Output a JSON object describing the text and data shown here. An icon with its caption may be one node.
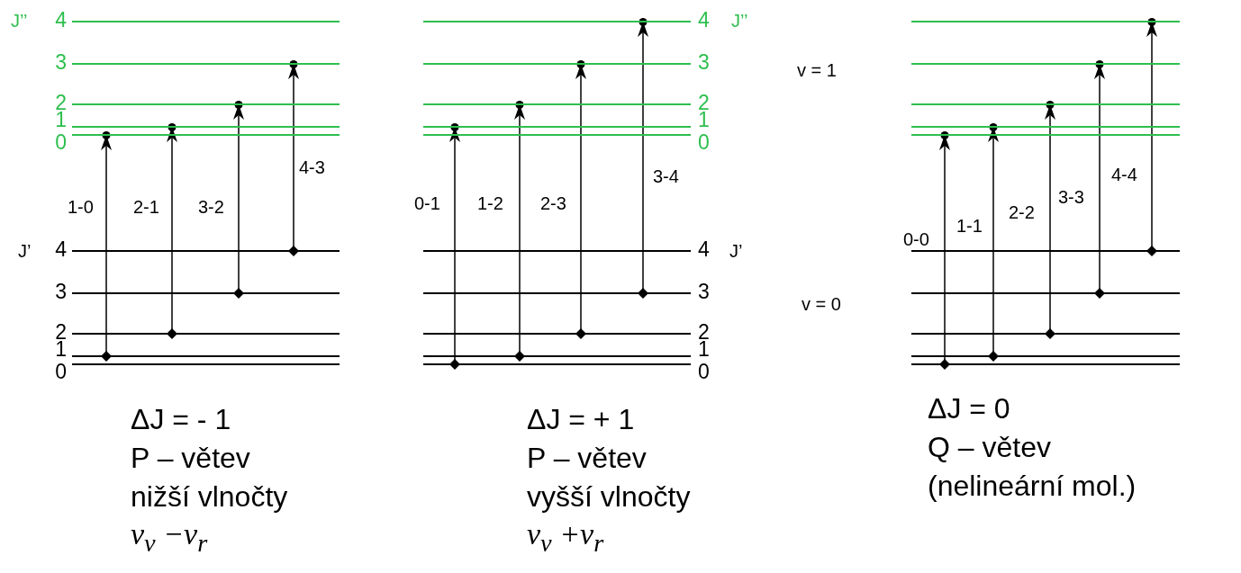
{
  "diagram": {
    "nodes": [
      {
        "text": [],
        "shape": "bar",
        "beside": [
          "4"
        ]
      },
      {
        "text": [],
        "shape": "bar",
        "beside": [
          "3"
        ]
      },
      {
        "text": [],
        "shape": "bar",
        "beside": [
          "2"
        ]
      },
      {
        "text": [],
        "shape": "bar",
        "beside": [
          "1"
        ]
      },
      {
        "text": [],
        "shape": "bar",
        "beside": [
          "0"
        ]
      },
      {
        "text": [],
        "shape": "bar",
        "beside": [
          "4"
        ]
      },
      {
        "text": [],
        "shape": "bar",
        "beside": [
          "3"
        ]
      },
      {
        "text": [],
        "shape": "bar",
        "beside": [
          "2"
        ]
      },
      {
        "text": [],
        "shape": "bar",
        "beside": [
          "1"
        ]
      },
      {
        "text": [],
        "shape": "bar",
        "beside": [
          "0"
        ]
      },
      {
        "text": [],
        "shape": "bar",
        "beside": [
          "4"
        ]
      },
      {
        "text": [],
        "shape": "bar",
        "beside": [
          "3"
        ]
      },
      {
        "text": [],
        "shape": "bar",
        "beside": [
          "2"
        ]
      },
      {
        "text": [],
        "shape": "bar",
        "beside": [
          "1"
        ]
      },
      {
        "text": [],
        "shape": "bar",
        "beside": [
          "0"
        ]
      },
      {
        "text": [],
        "shape": "bar",
        "beside": [
          "4"
        ]
      },
      {
        "text": [],
        "shape": "bar",
        "beside": [
          "3"
        ]
      },
      {
        "text": [],
        "shape": "bar",
        "beside": [
          "2"
        ]
      },
      {
        "text": [],
        "shape": "bar",
        "beside": [
          "1"
        ]
      },
      {
        "text": [],
        "shape": "bar",
        "beside": [
          "0"
        ]
      },
      {
        "text": [],
        "shape": "bar"
      },
      {
        "text": [],
        "shape": "bar"
      },
      {
        "text": [],
        "shape": "bar"
      },
      {
        "text": [],
        "shape": "bar"
      },
      {
        "text": [],
        "shape": "bar"
      },
      {
        "text": [],
        "shape": "bar"
      },
      {
        "text": [],
        "shape": "bar"
      },
      {
        "text": [],
        "shape": "bar"
      },
      {
        "text": [],
        "shape": "bar"
      },
      {
        "text": [],
        "shape": "bar"
      }
    ],
    "edges": [
      {
        "from": 8,
        "to": 4,
        "arrow": "to",
        "label": "1-0"
      },
      {
        "from": 7,
        "to": 3,
        "arrow": "to",
        "label": "2-1"
      },
      {
        "from": 6,
        "to": 2,
        "arrow": "to",
        "label": "3-2"
      },
      {
        "from": 5,
        "to": 1,
        "arrow": "to",
        "label": "4-3"
      },
      {
        "from": 19,
        "to": 13,
        "arrow": "to",
        "label": "0-1"
      },
      {
        "from": 18,
        "to": 12,
        "arrow": "to",
        "label": "1-2"
      },
      {
        "from": 17,
        "to": 11,
        "arrow": "to",
        "label": "2-3"
      },
      {
        "from": 16,
        "to": 10,
        "arrow": "to",
        "label": "3-4"
      },
      {
        "from": 29,
        "to": 24,
        "arrow": "to",
        "label": "0-0"
      },
      {
        "from": 28,
        "to": 23,
        "arrow": "to",
        "label": "1-1"
      },
      {
        "from": 27,
        "to": 22,
        "arrow": "to",
        "label": "2-2"
      },
      {
        "from": 26,
        "to": 21,
        "arrow": "to",
        "label": "3-3"
      },
      {
        "from": 25,
        "to": 20,
        "arrow": "to",
        "label": "4-4"
      }
    ],
    "labels": [
      "J’’",
      "J’’",
      "v = 1",
      "J’",
      "J’",
      "v = 0",
      "ΔJ = - 1",
      "P – větev",
      "nižší vlnočty",
      "ν$_{v}$ −ν$_{r}$",
      "ΔJ = + 1",
      "P – větev",
      "vyšší vlnočty",
      "ν$_{v}$ +ν$_{r}$",
      "ΔJ = 0",
      "Q – větev",
      "(nelineární mol.)"
    ]
  }
}
